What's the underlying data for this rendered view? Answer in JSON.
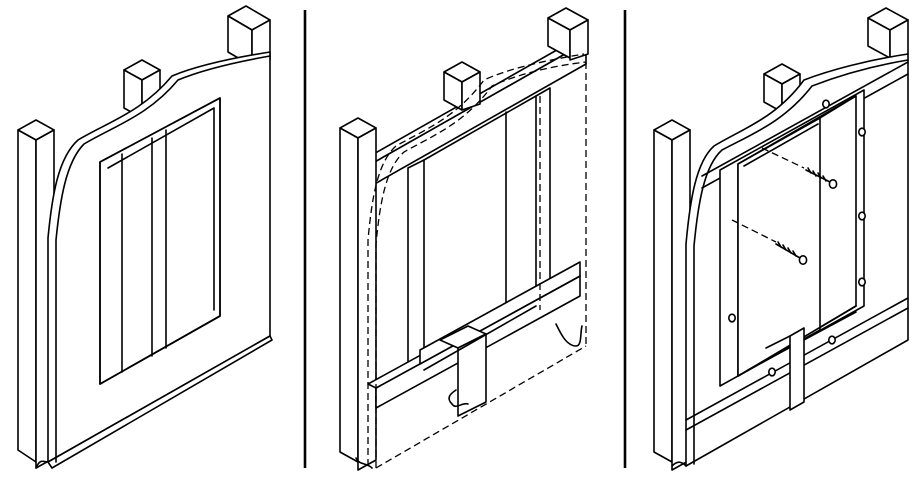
{
  "figure": {
    "panels": [
      {
        "id": "panel-1",
        "depicts": "finished-wall-with-window-opening"
      },
      {
        "id": "panel-2",
        "depicts": "stud-framing-with-hidden-wall-outline"
      },
      {
        "id": "panel-3",
        "depicts": "framing-with-screws-being-installed"
      }
    ],
    "line_color": "#000000",
    "background_color": "#ffffff"
  }
}
